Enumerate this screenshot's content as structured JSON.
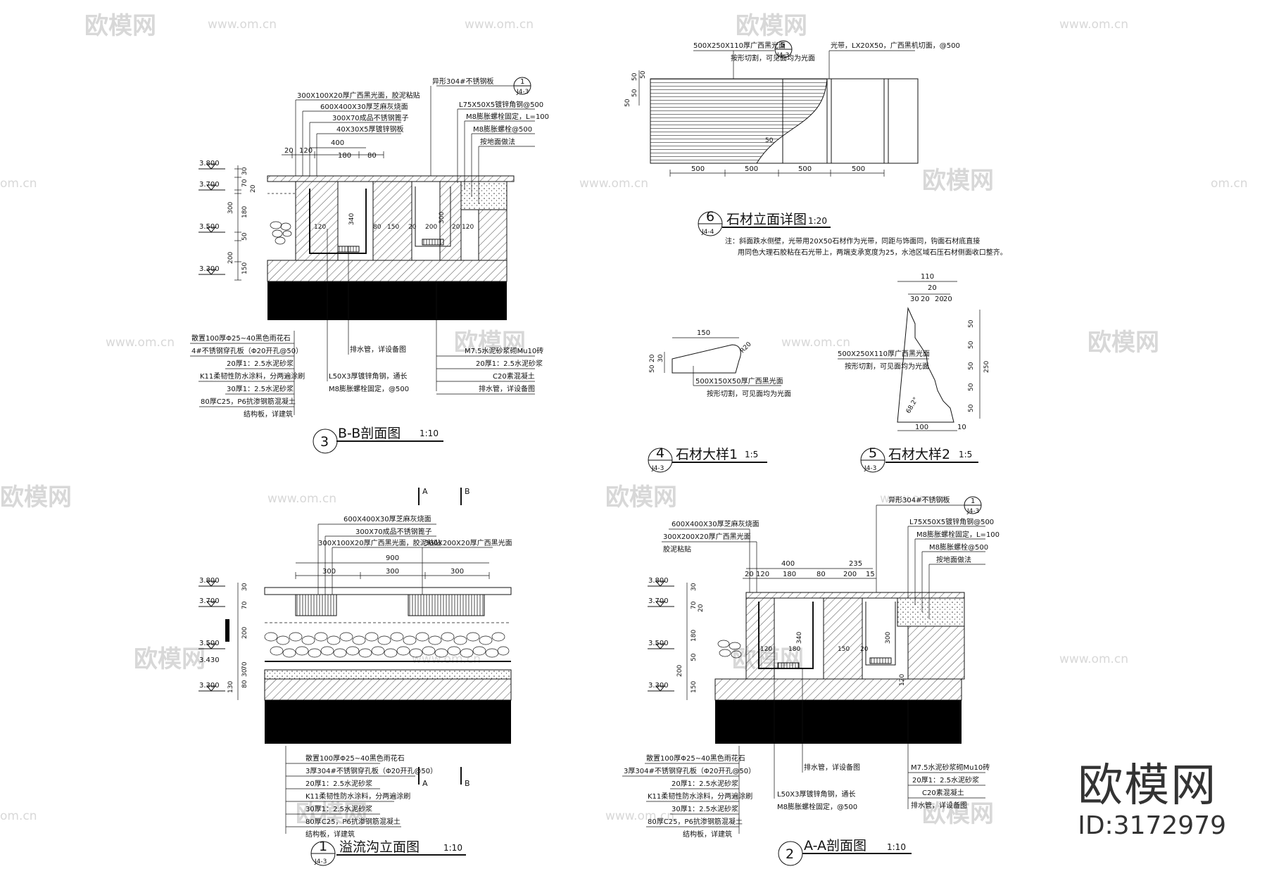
{
  "watermark": {
    "brand": "欧模网",
    "url": "www.om.cn",
    "url_short": "om.cn"
  },
  "brand_block": {
    "name": "欧模网",
    "id": "ID:3172979"
  },
  "details": {
    "bb": {
      "num": "3",
      "title": "B-B剖面图",
      "scale": "1:10",
      "elevations": [
        "3.800",
        "3.700",
        "3.500",
        "3.300"
      ],
      "vdims": [
        "30",
        "70",
        "20",
        "300",
        "180",
        "50",
        "200",
        "150"
      ],
      "top_dims": [
        "20",
        "120",
        "400",
        "180",
        "80"
      ],
      "inner_dims": [
        "120",
        "340",
        "80",
        "150",
        "20",
        "200",
        "300",
        "20",
        "120"
      ],
      "callout": {
        "num": "1",
        "sheet": "J4-3"
      },
      "labels_top": [
        "300X100X20厚广西黑光面，胶泥粘贴",
        "600X400X30厚芝麻灰烧面",
        "300X70成品不锈钢篦子",
        "40X30X5厚镀锌钢板"
      ],
      "labels_right": [
        "异形304#不锈钢板",
        "L75X50X5镀锌角钢@500",
        "M8膨胀螺栓固定，L=100",
        "M8膨胀螺栓@500",
        "按地面做法"
      ],
      "labels_bottom": [
        "散置100厚Φ25~40黑色雨花石",
        "4#不锈钢穿孔板（Φ20开孔@50）",
        "20厚1：2.5水泥砂浆",
        "K11柔韧性防水涂料，分两遍涂刷",
        "30厚1：2.5水泥砂浆",
        "80厚C25，P6抗渗钢筋混凝土",
        "结构板，详建筑"
      ],
      "labels_bottom_mid": [
        "L50X3厚镀锌角钢，通长",
        "M8膨胀螺栓固定，@500"
      ],
      "labels_bottom_right": [
        "排水管，详设备图",
        "M7.5水泥砂浆砌Mu10砖",
        "20厚1：2.5水泥砂浆",
        "C20素混凝土",
        "排水管，详设备图"
      ]
    },
    "stone_elev": {
      "num": "6",
      "sheet": "J4-4",
      "title": "石材立面详图",
      "scale": "1:20",
      "labels": [
        "500X250X110厚广西黑光面",
        "按形切割，可见面均为光面",
        "光带，LX20X50，广西黑机切面，@500"
      ],
      "callout": {
        "num": "5",
        "sheet": "J4-3"
      },
      "vdims": [
        "50",
        "50",
        "50",
        "50",
        "50"
      ],
      "hdims": [
        "500",
        "500",
        "500",
        "500"
      ],
      "note": "注：斜面跌水侧壁，光带用20X50石材作为光带，同距与饰面同，钩面石材底直接",
      "note2": "用同色大理石胶粘在石光带上，两端支承宽度为25，水池区域石压石材侧面收口整齐。"
    },
    "stone1": {
      "num": "4",
      "sheet": "J4-3",
      "title": "石材大样1",
      "scale": "1:5",
      "dims": [
        "150",
        "20",
        "30",
        "50",
        "R20"
      ],
      "labels": [
        "500X150X50厚广西黑光面",
        "按形切割，可见面均为光面"
      ]
    },
    "stone2": {
      "num": "5",
      "sheet": "J4-3",
      "title": "石材大样2",
      "scale": "1:5",
      "dims": [
        "110",
        "20",
        "30",
        "20",
        "20",
        "20",
        "50",
        "50",
        "50",
        "50",
        "50",
        "250",
        "100",
        "10",
        "68.2°"
      ],
      "labels": [
        "500X250X110厚广西黑光面",
        "按形切割，可见面均为光面"
      ]
    },
    "overflow": {
      "num": "1",
      "sheet": "J4-3",
      "title": "溢流沟立面图",
      "scale": "1:10",
      "cuts": [
        "A",
        "B",
        "A",
        "B"
      ],
      "elevations": [
        "3.800",
        "3.700",
        "3.500",
        "3.430",
        "3.300"
      ],
      "vdims": [
        "30",
        "70",
        "200",
        "70",
        "30",
        "80",
        "130"
      ],
      "top_dims": [
        "900",
        "300",
        "300",
        "300"
      ],
      "labels_top": [
        "600X400X30厚芝麻灰烧面",
        "300X70成品不锈钢篦子",
        "300X100X20厚广西黑光面，胶泥粘贴",
        "300X200X20厚广西黑光面"
      ],
      "labels_bottom": [
        "散置100厚Φ25~40黑色雨花石",
        "3厚304#不锈钢穿孔板（Φ20开孔@50）",
        "20厚1：2.5水泥砂浆",
        "K11柔韧性防水涂料，分两遍涂刷",
        "30厚1：2.5水泥砂浆",
        "80厚C25，P6抗渗钢筋混凝土",
        "结构板，详建筑"
      ]
    },
    "aa": {
      "num": "2",
      "title": "A-A剖面图",
      "scale": "1:10",
      "elevations": [
        "3.800",
        "3.700",
        "3.500",
        "3.300"
      ],
      "vdims": [
        "30",
        "70",
        "20",
        "180",
        "50",
        "200",
        "150"
      ],
      "top_dims": [
        "400",
        "235",
        "20",
        "120",
        "180",
        "80",
        "200",
        "15"
      ],
      "inner_dims": [
        "340",
        "120",
        "180",
        "150",
        "20",
        "300",
        "120"
      ],
      "callout": {
        "num": "1",
        "sheet": "J4-3"
      },
      "labels_top": [
        "600X400X30厚芝麻灰烧面",
        "300X200X20厚广西黑光面",
        "胶泥粘贴"
      ],
      "labels_right": [
        "异形304#不锈钢板",
        "L75X50X5镀锌角钢@500",
        "M8膨胀螺栓固定，L=100",
        "M8膨胀螺栓@500",
        "按地面做法"
      ],
      "labels_bottom": [
        "散置100厚Φ25~40黑色雨花石",
        "3厚304#不锈钢穿孔板（Φ20开孔@50）",
        "20厚1：2.5水泥砂浆",
        "K11柔韧性防水涂料，分两遍涂刷",
        "30厚1：2.5水泥砂浆",
        "80厚C25，P6抗渗钢筋混凝土",
        "结构板，详建筑"
      ],
      "labels_bottom_mid": [
        "排水管，详设备图",
        "L50X3厚镀锌角钢，通长",
        "M8膨胀螺栓固定，@500"
      ],
      "labels_bottom_right": [
        "M7.5水泥砂浆砌Mu10砖",
        "20厚1：2.5水泥砂浆",
        "C20素混凝土",
        "排水管，详设备图"
      ]
    }
  }
}
